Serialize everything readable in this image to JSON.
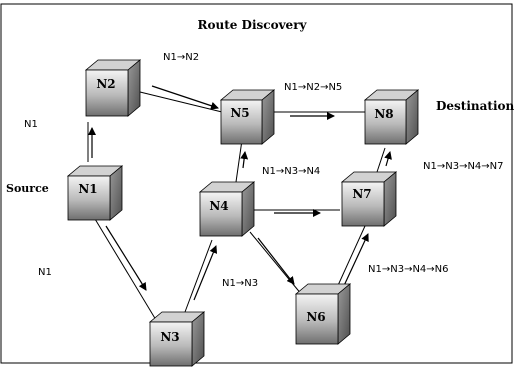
{
  "title": "Route Discovery",
  "nodes": {
    "n1": "N1",
    "n2": "N2",
    "n3": "N3",
    "n4": "N4",
    "n5": "N5",
    "n6": "N6",
    "n7": "N7",
    "n8": "N8"
  },
  "labels": {
    "source": "Source",
    "destination": "Destination",
    "n1_upper": "N1",
    "n1_lower": "N1",
    "route_n1_n2": "N1→N2",
    "route_n1_n2_n5": "N1→N2→N5",
    "route_n1_n3_n4_up": "N1→N3→N4",
    "route_n1_n3_n4_n7": "N1→N3→N4→N7",
    "route_n1_n3": "N1→N3",
    "route_n1_n3_n4_n6": "N1→N3→N4→N6"
  }
}
